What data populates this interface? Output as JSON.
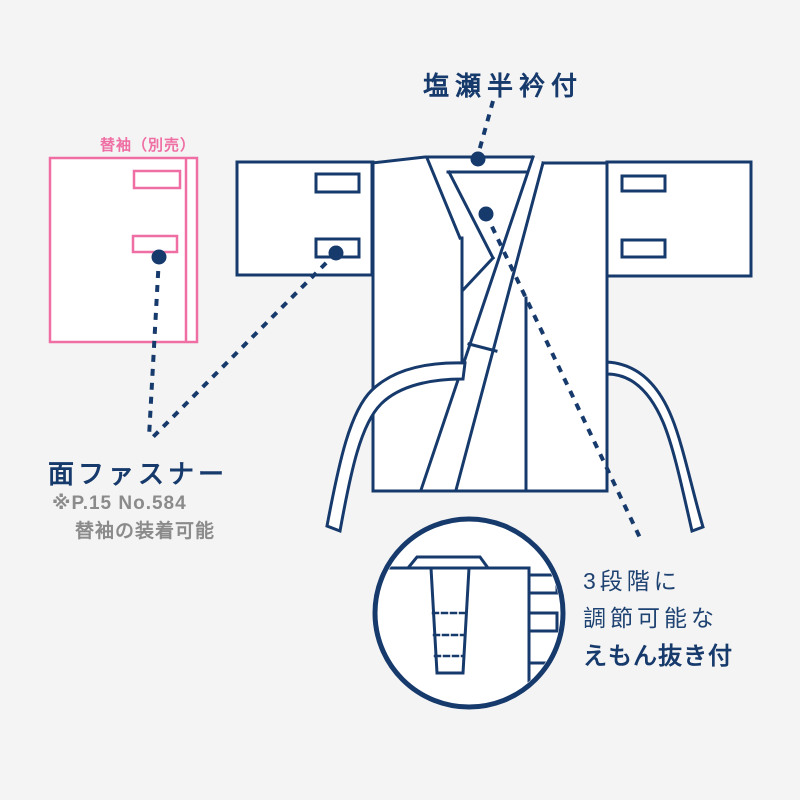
{
  "diagram": {
    "type": "kimono-undergarment-feature-diagram",
    "colors": {
      "line_navy": "#173a6c",
      "accent_pink": "#ef6fa4",
      "note_gray": "#8b8b8b",
      "background": "#f4f4f4",
      "fill_white": "#ffffff"
    },
    "annotations": {
      "haneri_label": "塩瀬半衿付",
      "spare_sleeve_label": "替袖（別売）",
      "fastener_label": "面ファスナー",
      "fastener_note_line1": "※P.15 No.584",
      "fastener_note_line2": "替袖の装着可能",
      "emon_line1": "3段階に",
      "emon_line2": "調節可能な",
      "emon_line3": "えもん抜き付"
    }
  }
}
